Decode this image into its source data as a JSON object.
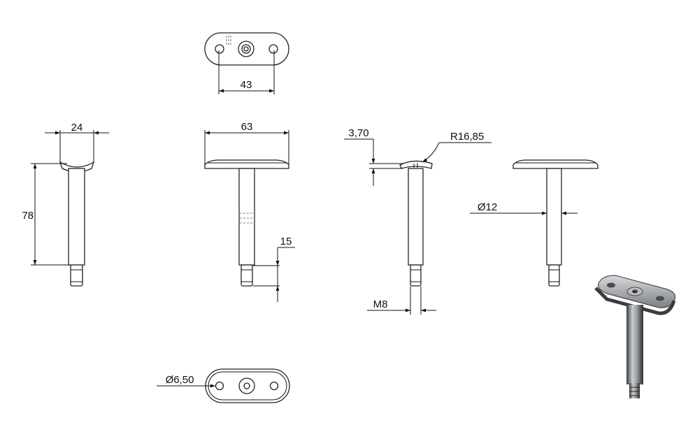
{
  "dimensions": {
    "top_hole_spacing": "43",
    "side_width": "24",
    "side_height": "78",
    "front_width": "63",
    "thread_length": "15",
    "plate_thickness": "3,70",
    "saddle_radius": "R16,85",
    "thread_size": "M8",
    "tube_diameter": "Ø12",
    "hole_diameter": "Ø6,50"
  },
  "colors": {
    "line": "#111111",
    "render_metal": "#8a8d90",
    "render_dark": "#2b2d30"
  }
}
